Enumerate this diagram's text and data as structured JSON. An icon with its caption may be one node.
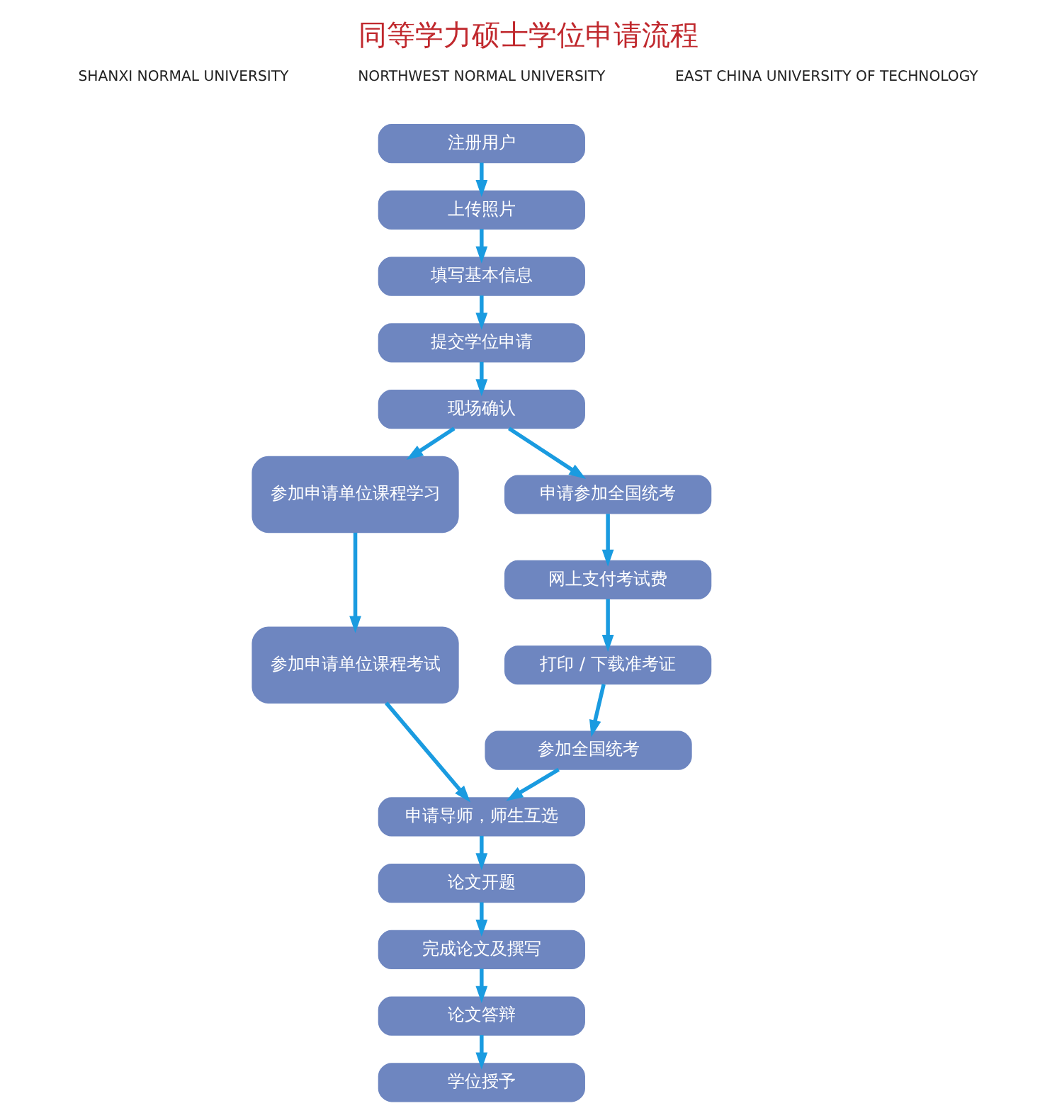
{
  "diagram": {
    "title": "同等学力硕士学位申请流程",
    "nodes": [
      {
        "text": [
          "注册用户"
        ]
      },
      {
        "text": [
          "上传照片"
        ]
      },
      {
        "text": [
          "填写基本信息"
        ]
      },
      {
        "text": [
          "提交学位申请"
        ]
      },
      {
        "text": [
          "现场确认"
        ]
      },
      {
        "text": [
          "参加申请单位课程学习"
        ]
      },
      {
        "text": [
          "申请参加全国统考"
        ]
      },
      {
        "text": [
          "参加申请单位课程考试"
        ]
      },
      {
        "text": [
          "网上支付考试费"
        ]
      },
      {
        "text": [
          "打印 / 下载准考证"
        ]
      },
      {
        "text": [
          "参加全国统考"
        ]
      },
      {
        "text": [
          "申请导师，师生互选"
        ]
      },
      {
        "text": [
          "论文开题"
        ]
      },
      {
        "text": [
          "完成论文及撰写"
        ]
      },
      {
        "text": [
          "论文答辩"
        ]
      },
      {
        "text": [
          "学位授予"
        ]
      }
    ],
    "edges": [
      {
        "from": 0,
        "to": 1,
        "arrow": "to"
      },
      {
        "from": 1,
        "to": 2,
        "arrow": "to"
      },
      {
        "from": 2,
        "to": 3,
        "arrow": "to"
      },
      {
        "from": 3,
        "to": 4,
        "arrow": "to"
      },
      {
        "from": 4,
        "to": 5,
        "arrow": "to"
      },
      {
        "from": 4,
        "to": 6,
        "arrow": "to"
      },
      {
        "from": 5,
        "to": 7,
        "arrow": "to"
      },
      {
        "from": 6,
        "to": 8,
        "arrow": "to"
      },
      {
        "from": 8,
        "to": 9,
        "arrow": "to"
      },
      {
        "from": 9,
        "to": 10,
        "arrow": "to"
      },
      {
        "from": 7,
        "to": 11,
        "arrow": "to"
      },
      {
        "from": 10,
        "to": 11,
        "arrow": "to"
      },
      {
        "from": 11,
        "to": 12,
        "arrow": "to"
      },
      {
        "from": 12,
        "to": 13,
        "arrow": "to"
      },
      {
        "from": 13,
        "to": 14,
        "arrow": "to"
      },
      {
        "from": 14,
        "to": 15,
        "arrow": "to"
      }
    ],
    "labels": [
      "SHANXI NORMAL UNIVERSITY",
      "NORTHWEST NORMAL UNIVERSITY",
      "EAST CHINA UNIVERSITY OF TECHNOLOGY"
    ]
  }
}
